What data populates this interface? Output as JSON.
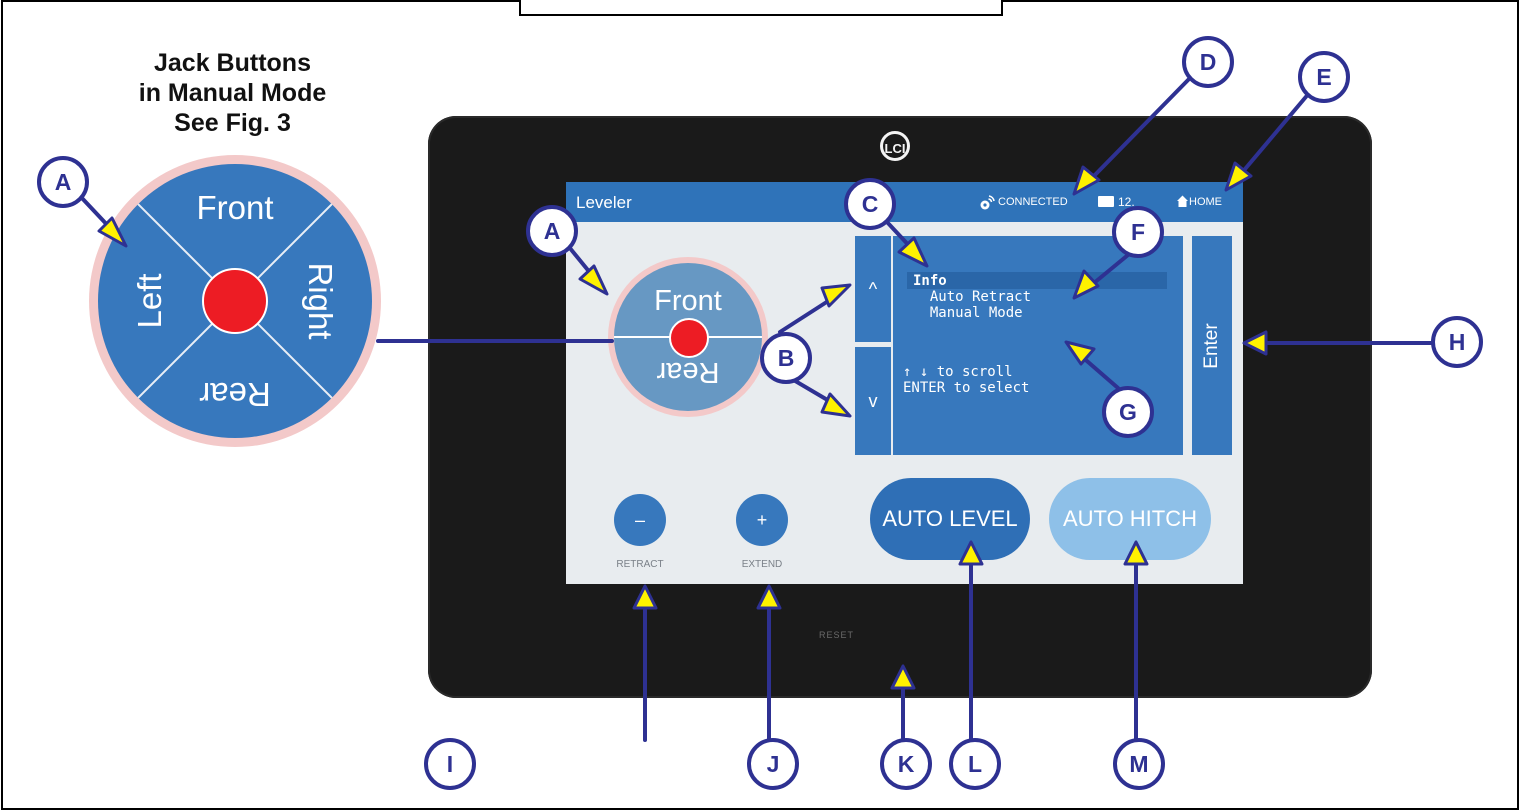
{
  "figure": {
    "side_title_lines": [
      "Jack Buttons",
      "in Manual Mode",
      "See Fig. 3"
    ],
    "callouts": [
      "A",
      "A",
      "B",
      "C",
      "D",
      "E",
      "F",
      "G",
      "H",
      "I",
      "J",
      "K",
      "L",
      "M"
    ]
  },
  "device": {
    "logo": "LCI",
    "reset_label": "RESET"
  },
  "screen": {
    "title": "Leveler",
    "status": {
      "connection": "CONNECTED",
      "battery": "12.",
      "home": "HOME"
    },
    "jack_pad_small": {
      "front": "Front",
      "rear": "Rear"
    },
    "jack_pad_large": {
      "front": "Front",
      "rear": "Rear",
      "left": "Left",
      "right": "Right"
    },
    "scroll_up": "^",
    "scroll_down": "v",
    "menu": {
      "items": [
        "Info",
        "  Auto Retract",
        "  Manual Mode"
      ],
      "selected": "Info",
      "hint_lines": [
        "↑ ↓ to scroll",
        "ENTER to select"
      ]
    },
    "enter_label": "Enter",
    "retract": {
      "symbol": "–",
      "label": "RETRACT"
    },
    "extend": {
      "symbol": "+",
      "label": "EXTEND"
    },
    "auto_level": "AUTO LEVEL",
    "auto_hitch": "AUTO HITCH"
  },
  "colors": {
    "callout_border": "#2e3192",
    "arrow_fill": "#fff200",
    "screen_blue": "#3778bd",
    "hitch_light_blue": "#8ec0e8",
    "jack_red": "#ed1c24"
  }
}
